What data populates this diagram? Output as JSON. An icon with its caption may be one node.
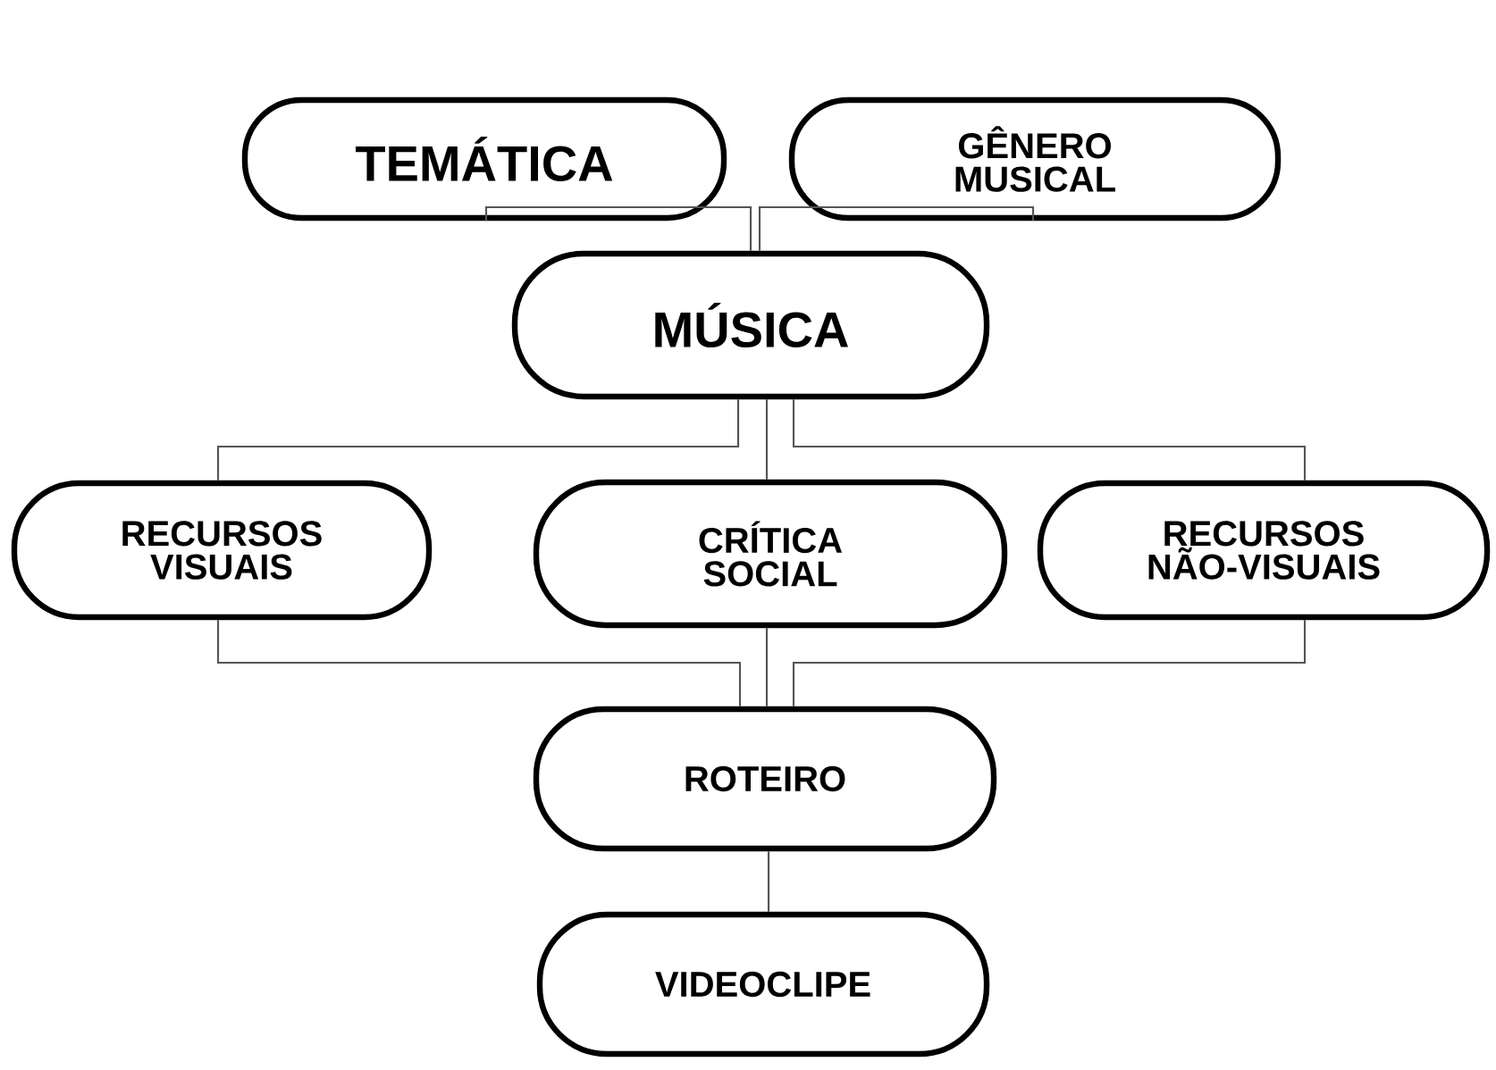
{
  "diagram": {
    "nodes": [
      {
        "text": [
          "TEMÁTICA"
        ]
      },
      {
        "text": [
          "GÊNERO MUSICAL"
        ]
      },
      {
        "text": [
          "MÚSICA"
        ]
      },
      {
        "text": [
          "RECURSOS VISUAIS"
        ]
      },
      {
        "text": [
          "CRÍTICA SOCIAL"
        ]
      },
      {
        "text": [
          "RECURSOS NÃO-VISUAIS"
        ]
      },
      {
        "text": [
          "ROTEIRO"
        ]
      },
      {
        "text": [
          "VIDEOCLIPE"
        ]
      }
    ],
    "edges": [
      {
        "from": 0,
        "to": 2,
        "arrow": "none"
      },
      {
        "from": 1,
        "to": 2,
        "arrow": "none"
      },
      {
        "from": 2,
        "to": 3,
        "arrow": "none"
      },
      {
        "from": 2,
        "to": 4,
        "arrow": "none"
      },
      {
        "from": 2,
        "to": 5,
        "arrow": "none"
      },
      {
        "from": 3,
        "to": 6,
        "arrow": "none"
      },
      {
        "from": 4,
        "to": 6,
        "arrow": "none"
      },
      {
        "from": 5,
        "to": 6,
        "arrow": "none"
      },
      {
        "from": 6,
        "to": 7,
        "arrow": "none"
      }
    ]
  }
}
